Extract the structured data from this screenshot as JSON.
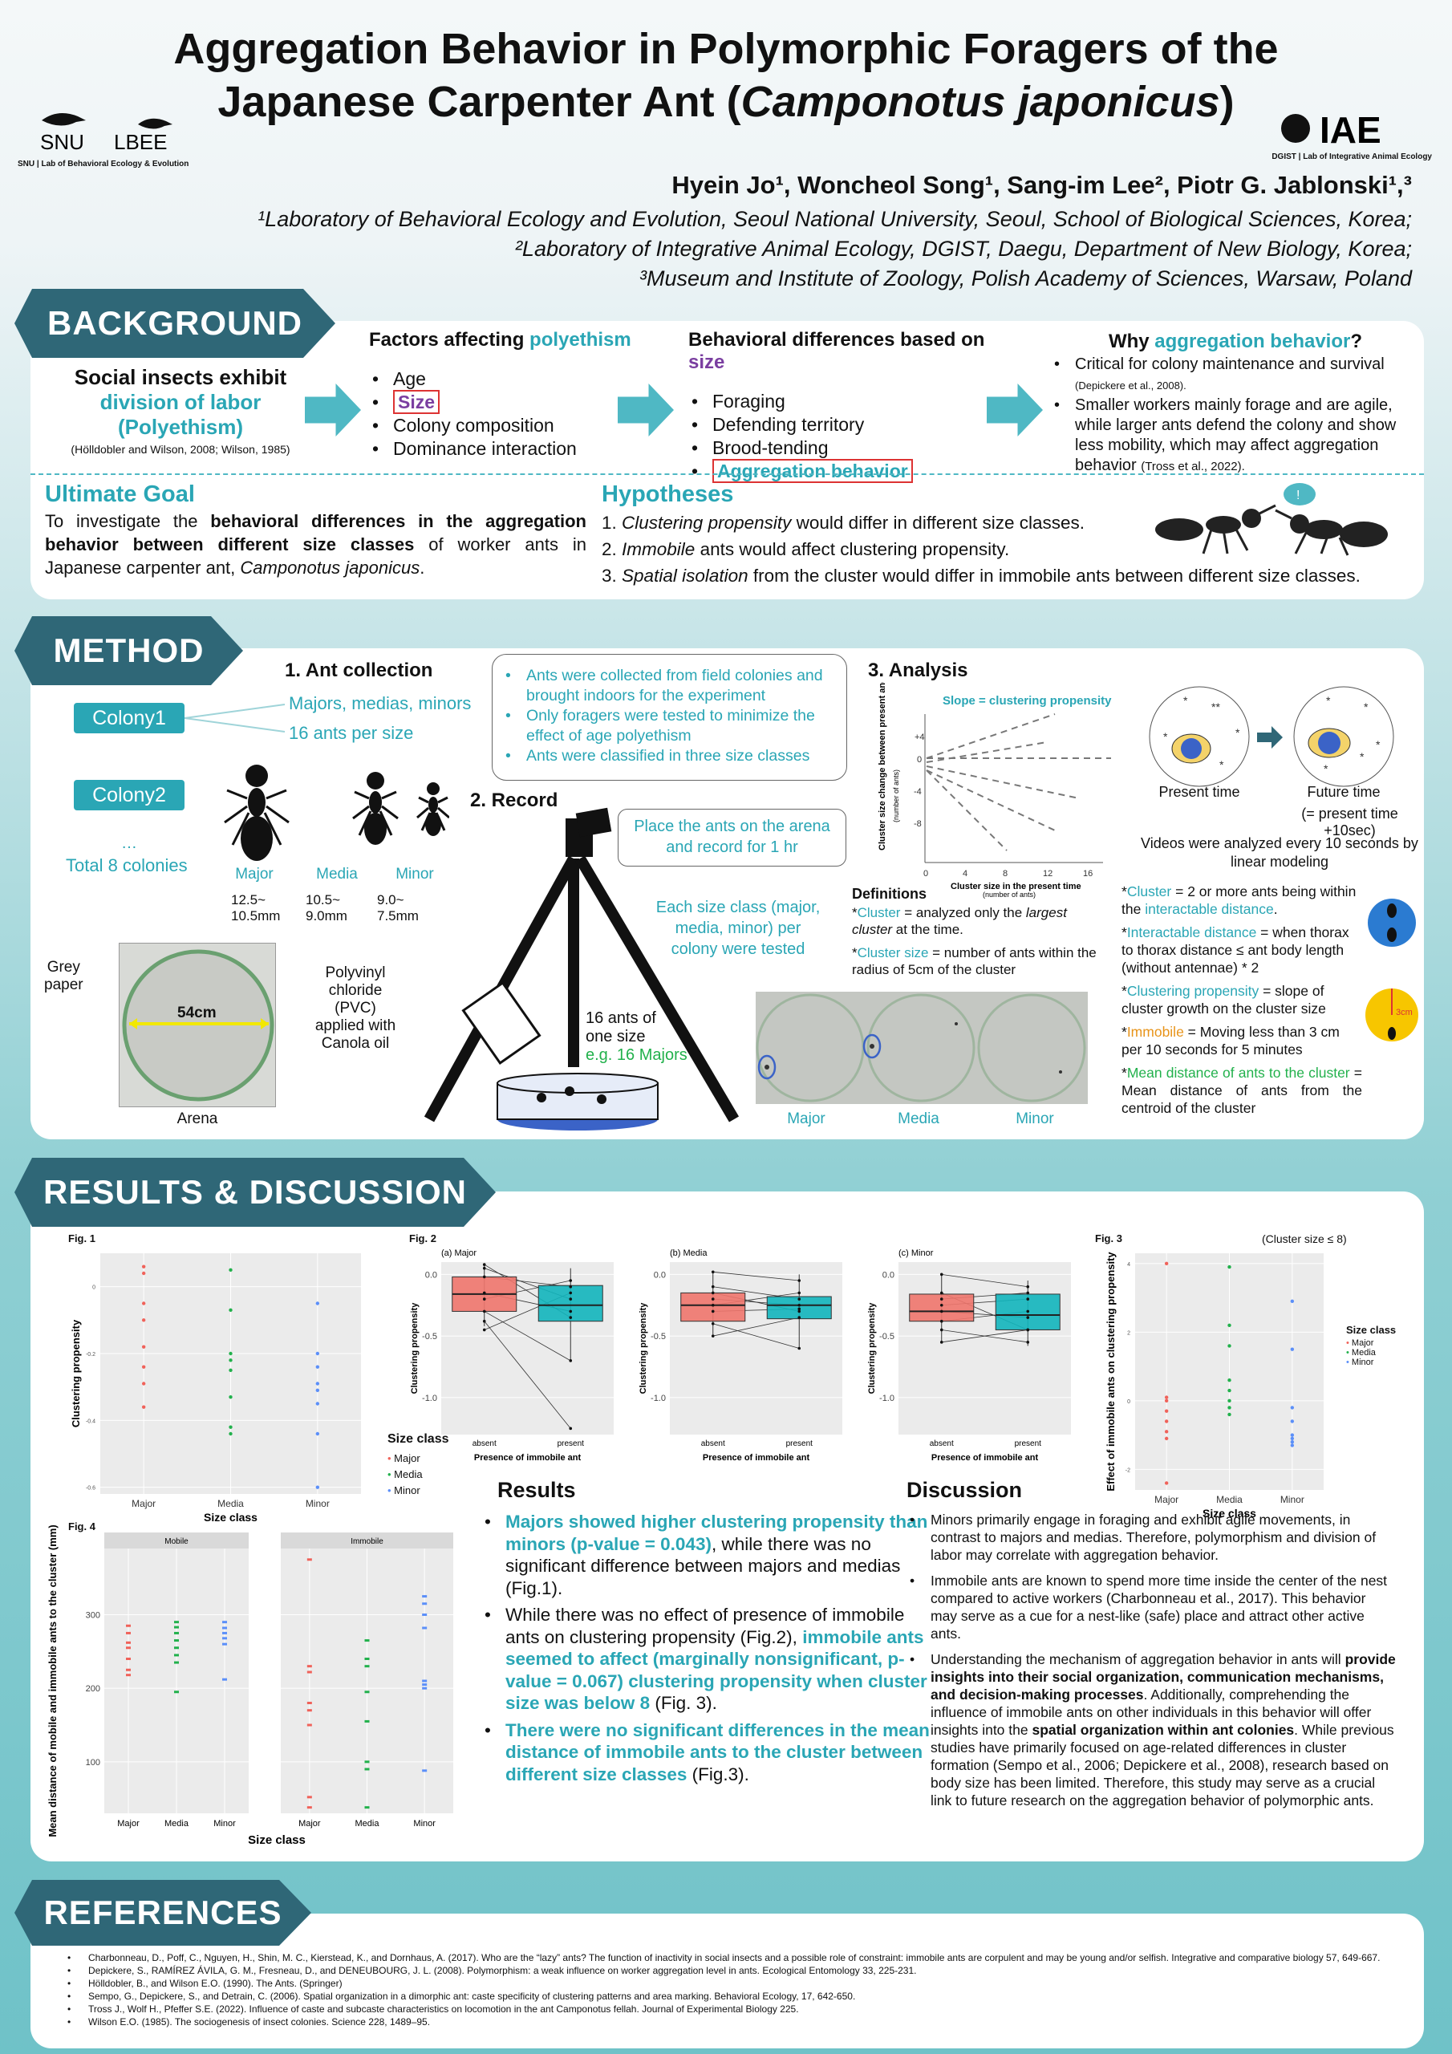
{
  "title": {
    "line1": "Aggregation Behavior in Polymorphic Foragers of the",
    "line2a": "Japanese Carpenter Ant (",
    "line2b": "Camponotus japonicus",
    "line2c": ")"
  },
  "logos": {
    "snu": "SNU",
    "lbee": "LBEE",
    "snu_caption": "SNU | Lab of Behavioral Ecology & Evolution",
    "iae": "IAE",
    "iae_caption": "DGIST | Lab of Integrative Animal Ecology"
  },
  "authors": {
    "names": "Hyein Jo¹, Woncheol Song¹, Sang-im Lee², Piotr G. Jablonski¹,³",
    "aff1": "¹Laboratory of Behavioral Ecology and Evolution, Seoul National University, Seoul, School of Biological Sciences, Korea;",
    "aff2": "²Laboratory of Integrative Animal Ecology, DGIST, Daegu, Department of New Biology, Korea;",
    "aff3": "³Museum and Institute of Zoology, Polish Academy of Sciences, Warsaw, Poland"
  },
  "background": {
    "banner": "BACKGROUND",
    "social_1": "Social insects exhibit",
    "social_2": "division of labor",
    "social_3": "(Polyethism)",
    "social_cite": "(Hölldobler and Wilson, 2008; Wilson, 1985)",
    "factors_title_a": "Factors affecting ",
    "factors_title_b": "polyethism",
    "factors": [
      "Age",
      "Size",
      "Colony composition",
      "Dominance interaction"
    ],
    "diff_title_a": "Behavioral differences based on ",
    "diff_title_b": "size",
    "diffs": [
      "Foraging",
      "Defending territory",
      "Brood-tending",
      "Aggregation behavior"
    ],
    "why_a": "Why ",
    "why_b": "aggregation behavior",
    "why_c": "?",
    "why1": "Critical for colony maintenance and survival",
    "why1_cite": "(Depickere et al., 2008).",
    "why2": "Smaller workers mainly forage and are agile, while larger ants defend the colony and show less mobility, which may affect aggregation behavior",
    "why2_cite": "(Tross et al., 2022)."
  },
  "goal": {
    "title": "Ultimate Goal",
    "t1": "To investigate the ",
    "t2": "behavioral differences in the aggregation behavior between different size classes",
    "t3": " of worker ants in Japanese carpenter ant, ",
    "t4": "Camponotus japonicus",
    "t5": "."
  },
  "hyp": {
    "title": "Hypotheses",
    "h1a": "1. ",
    "h1b": "Clustering propensity",
    "h1c": " would differ in different size classes.",
    "h2a": "2. ",
    "h2b": "Immobile",
    "h2c": " ants would affect clustering propensity.",
    "h3a": "3. ",
    "h3b": "Spatial isolation",
    "h3c": " from the cluster would differ in immobile ants between different size classes.",
    "bubble": "!"
  },
  "method": {
    "banner": "METHOD",
    "collection_title": "1. Ant collection",
    "colony1": "Colony1",
    "colony2": "Colony2",
    "sizes_note": "Majors, medias, minors",
    "per_size": "16 ants per size",
    "dots": "…",
    "total": "Total 8 colonies",
    "ant_labels": [
      "Major",
      "Media",
      "Minor"
    ],
    "ant_sizes": [
      "12.5~\n10.5mm",
      "10.5~\n9.0mm",
      "9.0~\n7.5mm"
    ],
    "grey_paper": "Grey\npaper",
    "arena_size": "54cm",
    "pvc": "Polyvinyl\nchloride\n(PVC)\napplied with\nCanola oil",
    "arena": "Arena",
    "notes": [
      "Ants were collected from field colonies and brought indoors for the experiment",
      "Only foragers were tested to minimize the effect of age polyethism",
      "Ants were classified in three size classes"
    ],
    "record_title": "2. Record",
    "record_box": "Place the ants on the arena and record for 1 hr",
    "each_size": "Each size class (major, media, minor) per colony were tested",
    "ants16a": "16 ants of",
    "ants16b": "one size",
    "ants16c": "e.g. 16 Majors",
    "analysis_title": "3. Analysis",
    "slope_label": "Slope = clustering propensity",
    "yaxis": "Cluster size change between present and future",
    "yunit": "(number of ants)",
    "xaxis": "Cluster size in the present time",
    "xunit": "(number of ants)",
    "present": "Present time",
    "future": "Future time",
    "future_note": "(= present time +10sec)",
    "videos": "Videos were analyzed every 10 seconds by linear modeling",
    "def_title": "Definitions",
    "def_cluster_a": "*",
    "def_cluster_b": "Cluster",
    "def_cluster_c": " = analyzed only the ",
    "def_cluster_d": "largest cluster",
    "def_cluster_e": " at the time.",
    "def_size_a": "*",
    "def_size_b": "Cluster size",
    "def_size_c": " = number of ants within the radius of 5cm of the cluster",
    "photo_labels": [
      "Major",
      "Media",
      "Minor"
    ],
    "d1a": "*",
    "d1b": "Cluster",
    "d1c": " = 2 or more ants being within the ",
    "d1d": "interactable distance",
    "d1e": ".",
    "d2a": "*",
    "d2b": "Interactable distance",
    "d2c": " = when thorax to thorax distance ≤ ant body length (without antennae) * 2",
    "d3a": "*",
    "d3b": "Clustering propensity",
    "d3c": " = slope of cluster growth on the cluster size",
    "d4a": "*",
    "d4b": "Immobile",
    "d4c": " = Moving less than 3 cm per 10 seconds for 5 minutes",
    "d4_badge": "3cm",
    "d5a": "*",
    "d5b": "Mean distance of ants to the cluster",
    "d5c": " = Mean distance of ants from the centroid of the cluster"
  },
  "results": {
    "banner": "RESULTS & DISCUSSION",
    "fig1": "Fig. 1",
    "fig2": "Fig. 2",
    "fig3": "Fig. 3",
    "fig4": "Fig. 4",
    "fig3_note": "(Cluster size ≤ 8)",
    "legend_title": "Size class",
    "legend": [
      "Major",
      "Media",
      "Minor"
    ],
    "r_title": "Results",
    "d_title": "Discussion",
    "r1a": "Majors showed higher clustering propensity than minors (p-value = 0.043)",
    "r1b": ", while there was no significant difference between majors and medias (Fig.1).",
    "r2a": "While there was no effect of presence of immobile ants on clustering propensity (Fig.2), ",
    "r2b": "immobile ants seemed to affect (marginally nonsignificant, p-value = 0.067) clustering propensity when cluster size was below 8",
    "r2c": " (Fig. 3).",
    "r3a": "There were no significant differences in the mean distance of immobile ants to the cluster between different size classes",
    "r3b": " (Fig.3).",
    "disc1": "Minors primarily engage in foraging and exhibit agile movements, in contrast to majors and medias. Therefore, polymorphism and division of labor may correlate with aggregation behavior.",
    "disc2": "Immobile ants are known to spend more time inside the center of the nest compared to active workers (Charbonneau et al., 2017). This behavior may serve as a cue for a nest-like (safe) place and attract other active ants.",
    "disc3a": "Understanding the mechanism of aggregation behavior in ants will ",
    "disc3b": "provide insights into their social organization, communication mechanisms, and decision-making processes",
    "disc3c": ". Additionally, comprehending the influence of immobile ants on other individuals in this behavior will offer insights into the ",
    "disc3d": "spatial organization within ant colonies",
    "disc3e": ". While previous studies have primarily focused on age-related differences in cluster formation (Sempo et al., 2006; Depickere et al., 2008), research based on body size has been limited. Therefore, this study may serve as a crucial link to future research on the aggregation behavior of polymorphic ants."
  },
  "references": {
    "banner": "REFERENCES",
    "items": [
      "Charbonneau, D., Poff, C., Nguyen, H., Shin, M. C., Kierstead, K., and Dornhaus, A. (2017). Who are the “lazy” ants? The function of inactivity in social insects and a possible role of constraint: immobile ants are corpulent and may be young and/or selfish. Integrative and comparative biology 57, 649-667.",
      "Depickere, S., RAMÍREZ ÁVILA, G. M., Fresneau, D., and DENEUBOURG, J. L. (2008). Polymorphism: a weak influence on worker aggregation level in ants. Ecological Entomology 33, 225-231.",
      "Hölldobler, B., and Wilson E.O. (1990). The Ants. (Springer)",
      "Sempo, G., Depickere, S., and Detrain, C. (2006). Spatial organization in a dimorphic ant: caste specificity of clustering patterns and area marking. Behavioral Ecology, 17, 642-650.",
      "Tross J., Wolf H., Pfeffer S.E. (2022). Influence of caste and subcaste characteristics on locomotion in the ant Camponotus fellah. Journal of Experimental Biology 225.",
      "Wilson E.O. (1985). The sociogenesis of insect colonies. Science 228, 1489–95."
    ]
  },
  "colors": {
    "major": "#f0625a",
    "media": "#22b14c",
    "minor": "#5b8ff9",
    "accent": "#2aa6b5",
    "banner": "#2f6777"
  },
  "chart_data": [
    {
      "id": "fig1",
      "type": "scatter",
      "title": "Fig. 1",
      "xlabel": "Size class",
      "ylabel": "Clustering propensity",
      "categories": [
        "Major",
        "Media",
        "Minor"
      ],
      "ylim": [
        -0.62,
        0.1
      ],
      "yticks": [
        0.0,
        -0.2,
        -0.4,
        -0.6
      ],
      "series": [
        {
          "name": "Major",
          "x": "Major",
          "values": [
            0.06,
            0.04,
            -0.05,
            -0.1,
            -0.18,
            -0.24,
            -0.29,
            -0.36
          ]
        },
        {
          "name": "Media",
          "x": "Media",
          "values": [
            0.05,
            -0.07,
            -0.2,
            -0.22,
            -0.25,
            -0.33,
            -0.42,
            -0.44
          ]
        },
        {
          "name": "Minor",
          "x": "Minor",
          "values": [
            -0.05,
            -0.2,
            -0.24,
            -0.29,
            -0.31,
            -0.35,
            -0.44,
            -0.6
          ]
        }
      ]
    },
    {
      "id": "fig2a",
      "type": "box",
      "subtitle": "(a) Major",
      "xlabel": "Presence of immobile ant",
      "ylabel": "Clustering propensity",
      "categories": [
        "absent",
        "present"
      ],
      "ylim": [
        -1.3,
        0.1
      ],
      "yticks": [
        0.0,
        -0.5,
        -1.0
      ],
      "boxes": [
        {
          "q1": -0.3,
          "med": -0.16,
          "q3": -0.02,
          "lo": -0.42,
          "hi": 0.08
        },
        {
          "q1": -0.38,
          "med": -0.25,
          "q3": -0.09,
          "lo": -0.7,
          "hi": 0.05
        }
      ],
      "pairs": [
        [
          0.05,
          -0.2
        ],
        [
          -0.02,
          -0.1
        ],
        [
          -0.15,
          -0.3
        ],
        [
          -0.2,
          -0.05
        ],
        [
          -0.3,
          -0.7
        ],
        [
          -0.38,
          -1.25
        ],
        [
          0.08,
          -0.35
        ],
        [
          -0.45,
          -0.15
        ]
      ]
    },
    {
      "id": "fig2b",
      "type": "box",
      "subtitle": "(b) Media",
      "xlabel": "Presence of immobile ant",
      "ylabel": "Clustering propensity",
      "categories": [
        "absent",
        "present"
      ],
      "ylim": [
        -1.3,
        0.1
      ],
      "yticks": [
        0.0,
        -0.5,
        -1.0
      ],
      "boxes": [
        {
          "q1": -0.38,
          "med": -0.25,
          "q3": -0.15,
          "lo": -0.5,
          "hi": 0.02
        },
        {
          "q1": -0.36,
          "med": -0.25,
          "q3": -0.18,
          "lo": -0.6,
          "hi": 0.0
        }
      ],
      "pairs": [
        [
          0.02,
          -0.05
        ],
        [
          -0.1,
          -0.2
        ],
        [
          -0.2,
          -0.25
        ],
        [
          -0.3,
          -0.28
        ],
        [
          -0.4,
          -0.6
        ],
        [
          -0.5,
          -0.35
        ],
        [
          -0.25,
          -0.15
        ],
        [
          -0.15,
          -0.3
        ]
      ]
    },
    {
      "id": "fig2c",
      "type": "box",
      "subtitle": "(c) Minor",
      "xlabel": "Presence of immobile ant",
      "ylabel": "Clustering propensity",
      "categories": [
        "absent",
        "present"
      ],
      "ylim": [
        -1.3,
        0.1
      ],
      "yticks": [
        0.0,
        -0.5,
        -1.0
      ],
      "boxes": [
        {
          "q1": -0.38,
          "med": -0.3,
          "q3": -0.16,
          "lo": -0.55,
          "hi": 0.0
        },
        {
          "q1": -0.45,
          "med": -0.33,
          "q3": -0.16,
          "lo": -0.58,
          "hi": -0.05
        }
      ],
      "pairs": [
        [
          0.0,
          -0.1
        ],
        [
          -0.15,
          -0.45
        ],
        [
          -0.25,
          -0.2
        ],
        [
          -0.3,
          -0.35
        ],
        [
          -0.38,
          -0.3
        ],
        [
          -0.45,
          -0.55
        ],
        [
          -0.55,
          -0.45
        ],
        [
          -0.2,
          -0.15
        ]
      ]
    },
    {
      "id": "fig3",
      "type": "scatter",
      "title": "Fig. 3",
      "note": "(Cluster size ≤ 8)",
      "xlabel": "Size class",
      "ylabel": "Effect of immobile ants on clustering propensity",
      "categories": [
        "Major",
        "Media",
        "Minor"
      ],
      "ylim": [
        -2.6,
        4.3
      ],
      "yticks": [
        4,
        2,
        0,
        -2
      ],
      "series": [
        {
          "name": "Major",
          "x": "Major",
          "values": [
            4.0,
            0.1,
            0.0,
            -0.3,
            -0.6,
            -0.9,
            -1.1,
            -2.4
          ]
        },
        {
          "name": "Media",
          "x": "Media",
          "values": [
            3.9,
            2.2,
            1.6,
            0.6,
            0.3,
            0.0,
            -0.2,
            -0.4
          ]
        },
        {
          "name": "Minor",
          "x": "Minor",
          "values": [
            2.9,
            1.5,
            -0.2,
            -0.6,
            -1.0,
            -1.1,
            -1.2,
            -1.3
          ]
        }
      ]
    },
    {
      "id": "fig4",
      "type": "scatter",
      "title": "Fig. 4",
      "panels": [
        "Mobile",
        "Immobile"
      ],
      "xlabel": "Size class",
      "ylabel": "Mean distance of mobile and immobile ants to the cluster (mm)",
      "categories": [
        "Major",
        "Media",
        "Minor"
      ],
      "ylim": [
        30,
        390
      ],
      "yticks": [
        100,
        200,
        300
      ],
      "mobile": [
        {
          "name": "Major",
          "values": [
            285,
            275,
            262,
            255,
            240,
            225,
            218
          ]
        },
        {
          "name": "Media",
          "values": [
            290,
            283,
            275,
            265,
            255,
            245,
            235,
            195
          ]
        },
        {
          "name": "Minor",
          "values": [
            290,
            282,
            275,
            268,
            260,
            212
          ]
        }
      ],
      "immobile": [
        {
          "name": "Major",
          "values": [
            375,
            230,
            222,
            180,
            170,
            150,
            52,
            38
          ]
        },
        {
          "name": "Media",
          "values": [
            265,
            240,
            230,
            195,
            155,
            100,
            90,
            38
          ]
        },
        {
          "name": "Minor",
          "values": [
            325,
            315,
            300,
            282,
            210,
            205,
            200,
            88
          ]
        }
      ]
    }
  ]
}
